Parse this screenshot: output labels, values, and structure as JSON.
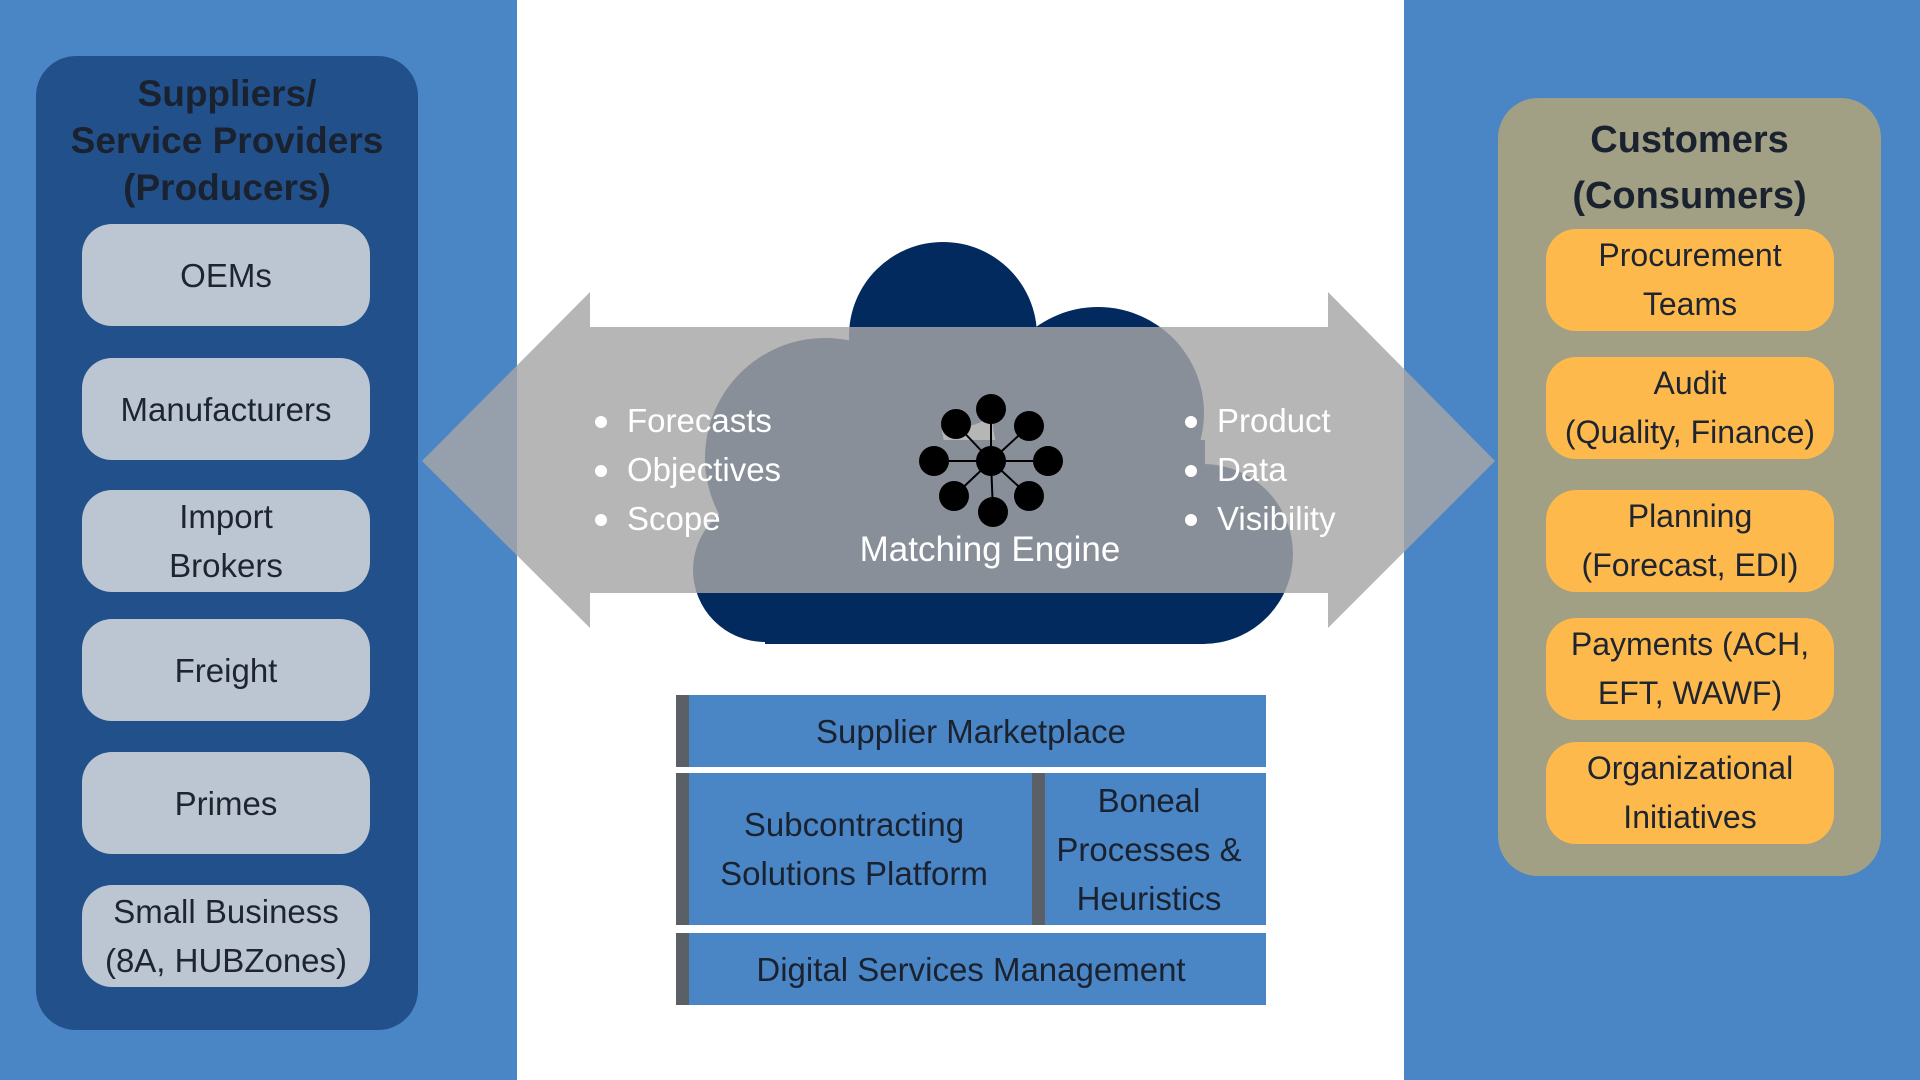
{
  "producers": {
    "title": "Suppliers/\nService Providers\n(Producers)",
    "items": [
      "OEMs",
      "Manufacturers",
      "Import\nBrokers",
      "Freight",
      "Primes",
      "Small Business\n(8A, HUBZones)"
    ]
  },
  "consumers": {
    "title": "Customers\n(Consumers)",
    "items": [
      "Procurement\nTeams",
      "Audit\n(Quality, Finance)",
      "Planning\n(Forecast, EDI)",
      "Payments (ACH,\nEFT, WAWF)",
      "Organizational\nInitiatives"
    ]
  },
  "engine": {
    "label": "Matching Engine",
    "left_bullets": [
      "Forecasts",
      "Objectives",
      "Scope"
    ],
    "right_bullets": [
      "Product",
      "Data",
      "Visibility"
    ]
  },
  "platform": {
    "marketplace": "Supplier Marketplace",
    "subcontracting": "Subcontracting\nSolutions Platform",
    "boneal": "Boneal\nProcesses &\nHeuristics",
    "digital": "Digital Services Management"
  },
  "colors": {
    "band": "#4a86c5",
    "producers_panel": "#22508a",
    "producer_pill": "#bcc6d2",
    "consumers_panel": "#a19f84",
    "consumer_pill": "#fdb94c",
    "cloud": "#032a5e",
    "arrow": "#a6a6a6"
  },
  "icons": {
    "engine": "network-hub-icon"
  }
}
